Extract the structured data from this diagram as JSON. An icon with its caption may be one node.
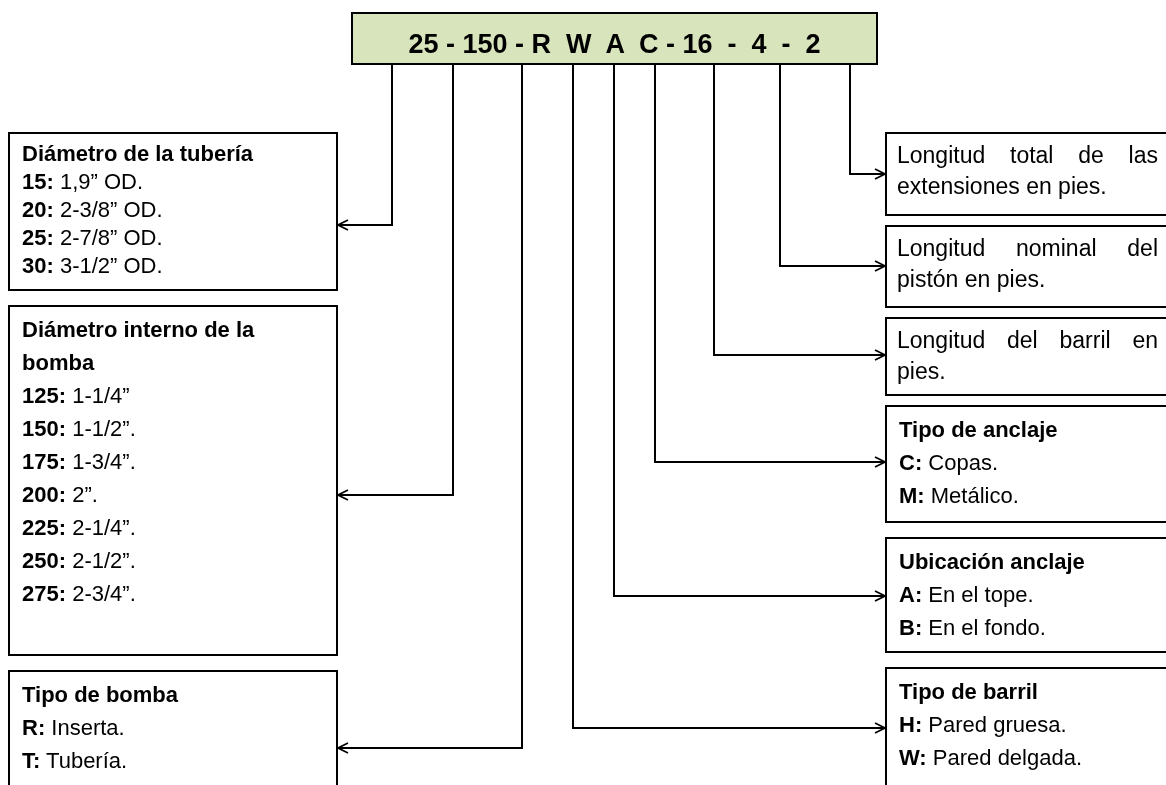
{
  "diagram": {
    "nodes": [
      {
        "text": [
          "25 - 150 - R  W  A  C - 16  -  4  -  2"
        ]
      },
      {
        "text": [
          "Diámetro de la tubería",
          "**15:** 1,9” OD.",
          "**20:** 2-3/8” OD.",
          "**25:** 2-7/8” OD.",
          "**30:** 3-1/2” OD."
        ]
      },
      {
        "text": [
          "Diámetro interno de la bomba",
          "**125:** 1-1/4”",
          "**150:** 1-1/2”.",
          "**175:** 1-3/4”.",
          "**200:** 2”.",
          "**225:** 2-1/4”.",
          "**250:** 2-1/2”.",
          "**275:** 2-3/4”."
        ]
      },
      {
        "text": [
          "Tipo de bomba",
          "**R:**  Inserta.",
          "**T:**  Tubería."
        ]
      },
      {
        "text": [
          "Longitud total de las extensiones en pies."
        ]
      },
      {
        "text": [
          "Longitud nominal del pistón en pies."
        ]
      },
      {
        "text": [
          "Longitud del barril en pies."
        ]
      },
      {
        "text": [
          "Tipo de anclaje",
          "**C:** Copas.",
          "**M:** Metálico."
        ]
      },
      {
        "text": [
          "Ubicación anclaje",
          "**A:** En el tope.",
          "**B:** En el fondo."
        ]
      },
      {
        "text": [
          "Tipo de barril",
          "**H:**  Pared gruesa.",
          "**W:** Pared delgada."
        ]
      }
    ],
    "edges": [
      {
        "from": 0,
        "to": 1,
        "arrow": "to"
      },
      {
        "from": 0,
        "to": 2,
        "arrow": "to"
      },
      {
        "from": 0,
        "to": 3,
        "arrow": "to"
      },
      {
        "from": 0,
        "to": 9,
        "arrow": "to"
      },
      {
        "from": 0,
        "to": 8,
        "arrow": "to"
      },
      {
        "from": 0,
        "to": 7,
        "arrow": "to"
      },
      {
        "from": 0,
        "to": 6,
        "arrow": "to"
      },
      {
        "from": 0,
        "to": 5,
        "arrow": "to"
      },
      {
        "from": 0,
        "to": 4,
        "arrow": "to"
      }
    ]
  }
}
